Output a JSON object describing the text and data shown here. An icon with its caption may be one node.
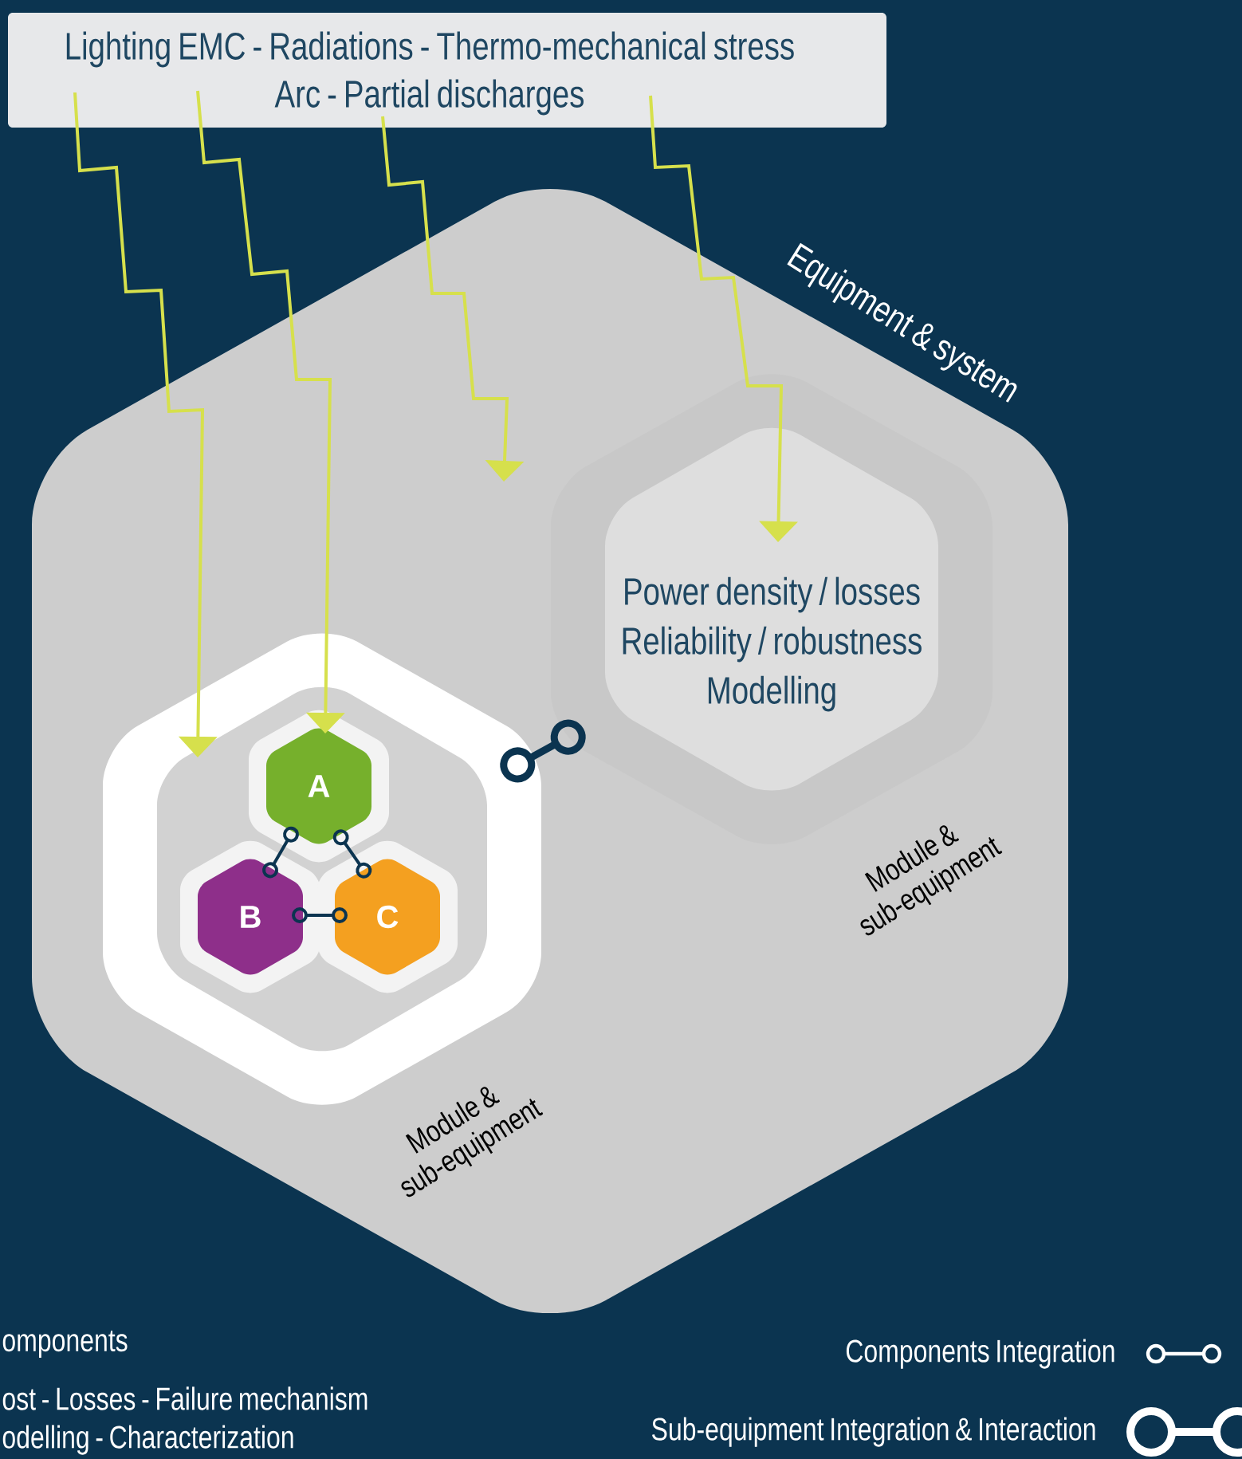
{
  "diagram": {
    "nodes": [
      {
        "text": [
          "Lighting EMC - Radiations - Thermo-mechanical stress Arc - Partial discharges"
        ]
      },
      {
        "text": [
          "Equipment & system"
        ]
      },
      {
        "text": [
          "Module & sub-equipment"
        ],
        "in": 1
      },
      {
        "text": [
          "Power density / losses Reliability / robustness Modelling",
          "Module & sub-equipment"
        ],
        "in": 1
      },
      {
        "text": [
          "A"
        ],
        "in": 2
      },
      {
        "text": [
          "B"
        ],
        "in": 2
      },
      {
        "text": [
          "C"
        ],
        "in": 2
      }
    ],
    "edges": [
      {
        "from": 0,
        "to": 2,
        "arrow": "to",
        "color": "#d6e04c"
      },
      {
        "from": 0,
        "to": 4,
        "arrow": "to",
        "color": "#d6e04c"
      },
      {
        "from": 0,
        "to": null,
        "arrow": "to",
        "color": "#d6e04c"
      },
      {
        "from": 0,
        "to": 3,
        "arrow": "to",
        "color": "#d6e04c"
      },
      {
        "from": 2,
        "to": 3,
        "arrow": "other",
        "style": "thick",
        "color": "#0b3450"
      },
      {
        "from": 4,
        "to": 5,
        "arrow": "other",
        "color": "#0b3450"
      },
      {
        "from": 4,
        "to": 6,
        "arrow": "other",
        "color": "#0b3450"
      },
      {
        "from": 5,
        "to": 6,
        "arrow": "other",
        "color": "#0b3450"
      }
    ],
    "labels": [
      "omponents",
      "ost - Losses - Failure mechanism",
      "odelling - Characterization"
    ],
    "legend": [
      {
        "text": "Components Integration"
      },
      {
        "text": "Sub-equipment Integration & Interaction"
      }
    ]
  }
}
